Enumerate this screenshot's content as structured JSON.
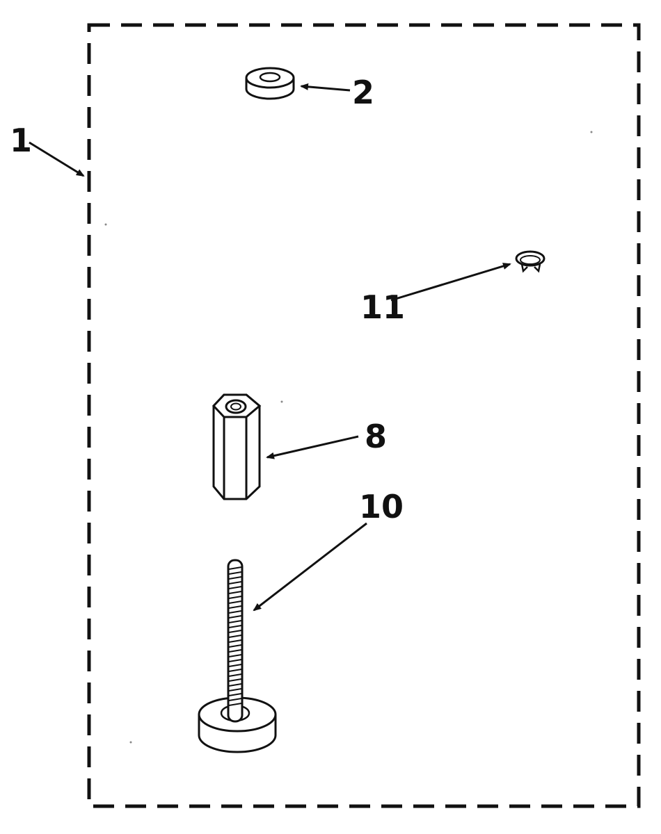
{
  "diagram": {
    "kit_label": "1",
    "callouts": [
      {
        "id": "washer",
        "label": "2"
      },
      {
        "id": "clip",
        "label": "11"
      },
      {
        "id": "hex-nut",
        "label": "8"
      },
      {
        "id": "leveling-leg",
        "label": "10"
      }
    ],
    "colors": {
      "ink": "#111111",
      "paper": "#ffffff",
      "part_fill": "#ffffff"
    }
  }
}
